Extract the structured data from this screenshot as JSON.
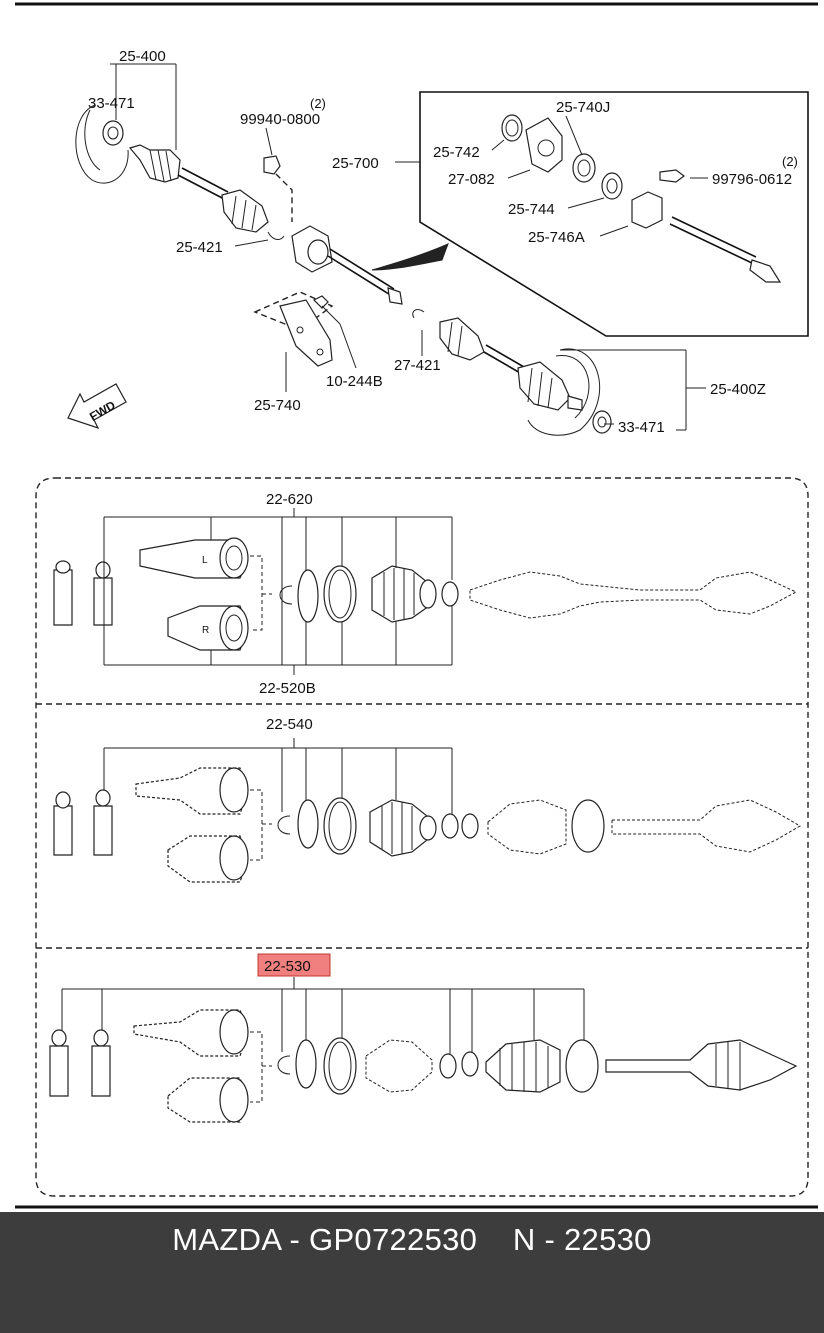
{
  "diagram": {
    "top_callouts": {
      "c_25_400": "25-400",
      "c_33_471_top": "33-471",
      "c_99940": "99940-0800",
      "c_99940_qty": "(2)",
      "c_25_700": "25-700",
      "c_25_742": "25-742",
      "c_25_740j": "25-740J",
      "c_27_082": "27-082",
      "c_99796": "99796-0612",
      "c_99796_qty": "(2)",
      "c_25_744": "25-744",
      "c_25_746a": "25-746A",
      "c_25_421": "25-421",
      "c_27_421": "27-421",
      "c_10_244b": "10-244B",
      "c_25_740": "25-740",
      "c_25_400z": "25-400Z",
      "c_33_471_bottom": "33-471",
      "fwd": "FWD"
    },
    "section1": {
      "top_label": "22-620",
      "bottom_label": "22-520B",
      "tag_l": "L",
      "tag_r": "R"
    },
    "section2": {
      "top_label": "22-540"
    },
    "section3": {
      "highlight_label": "22-530",
      "highlight_color": "#f08080"
    }
  },
  "footer": {
    "text": "MAZDA - GP0722530    N - 22530",
    "background": "#3d3d3d"
  }
}
